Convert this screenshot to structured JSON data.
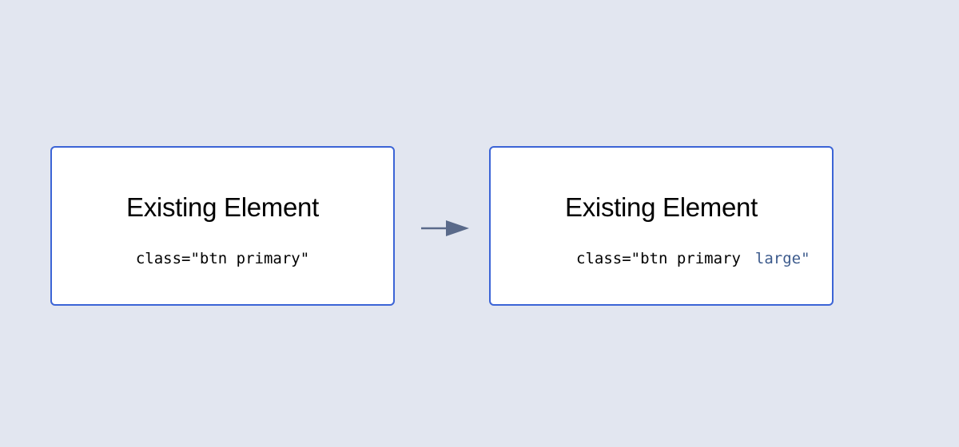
{
  "before": {
    "title": "Existing Element",
    "class_attr": "class=\"btn primary\""
  },
  "after": {
    "title": "Existing Element",
    "class_attr_prefix": "class=\"btn primary",
    "added_class": "large\""
  },
  "colors": {
    "background": "#e2e6f0",
    "box_border": "#3b64d6",
    "arrow": "#5a6a8a",
    "added_text": "#3c5a8c"
  }
}
